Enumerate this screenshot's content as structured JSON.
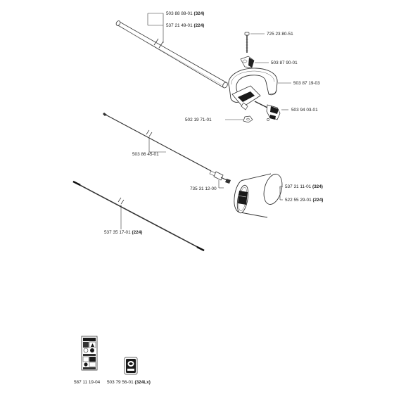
{
  "labels": {
    "tube_1_num": "503 88 88-01",
    "tube_1_model": "(324)",
    "tube_2_num": "537 21 49-01",
    "tube_2_model": "(224)",
    "bolt": "725 23 80-51",
    "clamp": "503 87 90-01",
    "handle": "503 87 19-03",
    "bracket": "503 94 03-01",
    "nut": "502 19 71-01",
    "cable": "503 86 45-01",
    "cable_nipple": "735 31 12-00",
    "guard_1_num": "537 31 11-01",
    "guard_1_model": "(324)",
    "guard_2_num": "522 55 29-01",
    "guard_2_model": "(224)",
    "shaft_num": "537 35 17-01",
    "shaft_model": "(224)",
    "decal_sheet": "587 11 19-04",
    "decal_num": "503 79 56-01",
    "decal_model": "(324Lx)"
  },
  "colors": {
    "line": "#333333",
    "part_fill": "#ffffff",
    "dark": "#1a1a1a"
  }
}
